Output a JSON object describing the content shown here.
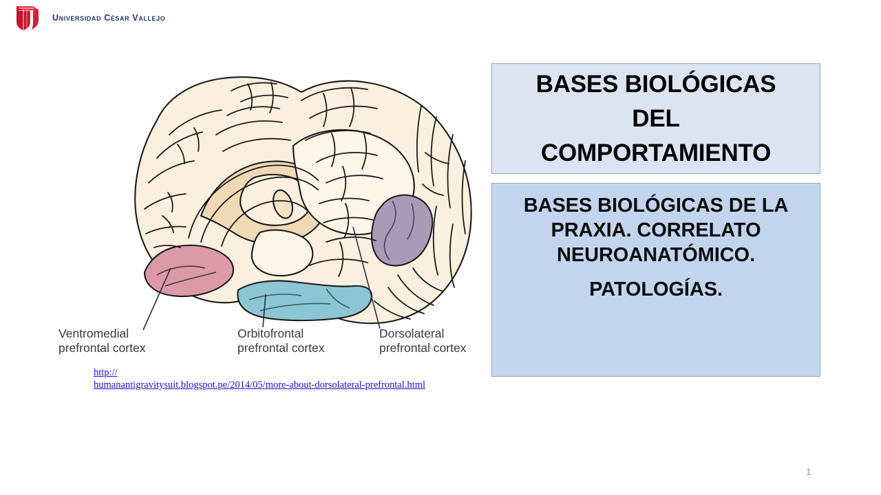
{
  "logo": {
    "mark_name": "ucv-shield-book-logo",
    "wordmark": "Universidad César Vallejo",
    "mark_color": "#c4122f",
    "text_color": "#1f3764"
  },
  "figure": {
    "caption_alt": "Medial view of human brain with highlighted prefrontal cortex regions",
    "regions": [
      {
        "key": "ventromedial",
        "color": "#dc9aa8",
        "label": "Ventromedial\nprefrontal cortex"
      },
      {
        "key": "orbitofrontal",
        "color": "#8cc6d4",
        "label": "Orbitofrontal\nprefrontal cortex"
      },
      {
        "key": "dorsolateral",
        "color": "#a99bb8",
        "label": "Dorsolateral\nprefrontal cortex"
      }
    ],
    "brain_fill_light": "#fbf0df",
    "brain_fill_mid": "#f5e2c6",
    "brain_fill_deep": "#efd6b0",
    "outline_color": "#1a1a1a"
  },
  "source": {
    "line1": "http://",
    "line2": "humanantigravitysuit.blogspot.pe/2014/05/more-about-dorsolateral-prefrontal.html",
    "link_color": "#1a13d2"
  },
  "title_main": {
    "background": "#dce4f2",
    "lines": [
      "BASES BIOLÓGICAS",
      "DEL",
      "COMPORTAMIENTO"
    ]
  },
  "title_sub": {
    "background": "#c3d5ee",
    "lines": [
      "BASES BIOLÓGICAS DE LA",
      "PRAXIA. CORRELATO",
      "NEUROANATÓMICO.",
      "PATOLOGÍAS."
    ]
  },
  "footer": {
    "slide_number": "1"
  }
}
